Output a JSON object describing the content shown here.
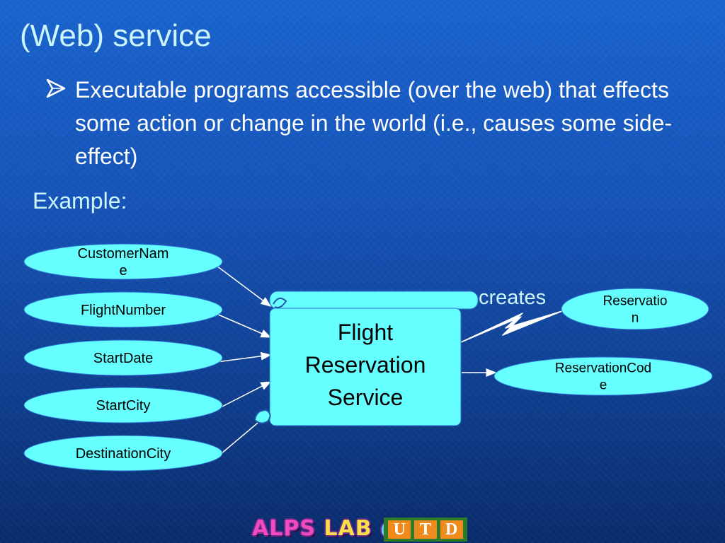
{
  "slide": {
    "title": "(Web) service",
    "bullet": "Executable programs accessible (over the web) that effects some action or change in the world (i.e., causes some side-effect)",
    "example_label": "Example:"
  },
  "diagram": {
    "inputs": [
      {
        "id": "customer-name",
        "lines": [
          "CustomerNam",
          "e"
        ]
      },
      {
        "id": "flight-number",
        "lines": [
          "FlightNumber"
        ]
      },
      {
        "id": "start-date",
        "lines": [
          "StartDate"
        ]
      },
      {
        "id": "start-city",
        "lines": [
          "StartCity"
        ]
      },
      {
        "id": "destination-city",
        "lines": [
          "DestinationCity"
        ]
      }
    ],
    "service": {
      "lines": [
        "Flight",
        "Reservation",
        "Service"
      ]
    },
    "outputs": [
      {
        "id": "reservation",
        "lines": [
          "Reservatio",
          "n"
        ]
      },
      {
        "id": "reservation-code",
        "lines": [
          "ReservationCod",
          "e"
        ]
      }
    ],
    "creates_label": "creates"
  },
  "footer": {
    "lab_parts": [
      "ALPS",
      "LAB",
      "@"
    ],
    "utd_letters": [
      "U",
      "T",
      "D"
    ]
  },
  "colors": {
    "ellipse_fill": "#66ffff",
    "service_fill": "#66ffff",
    "text_dark": "#000000",
    "arrow": "#ffffff",
    "title": "#ccf5ff"
  }
}
